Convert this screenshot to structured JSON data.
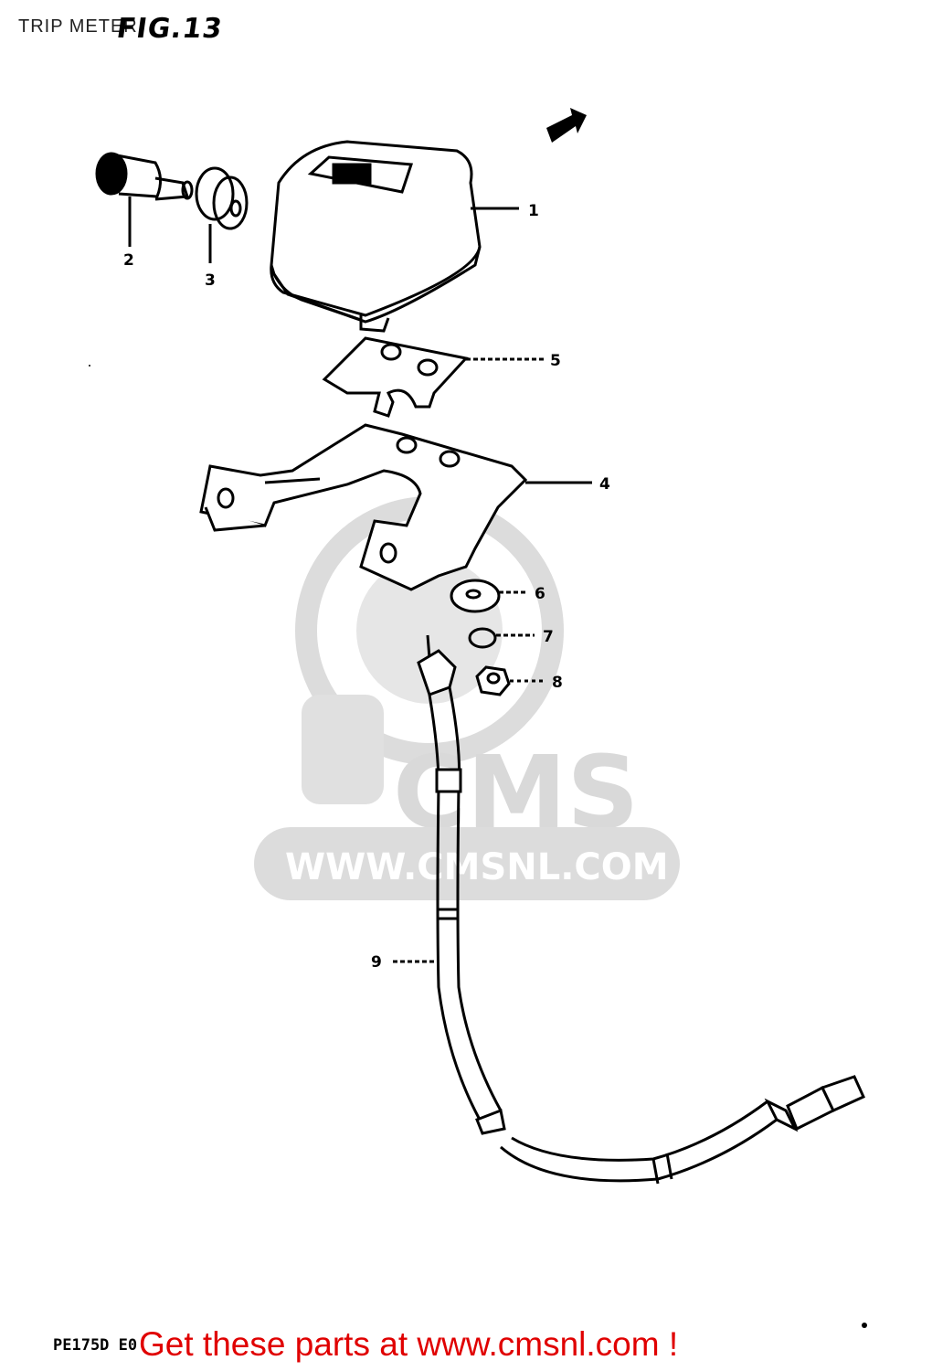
{
  "page": {
    "title": "TRIP METER",
    "figure_label": "FIG.13",
    "model_code": "PE175D E0",
    "footer_text": "Get these parts at www.cmsnl.com !"
  },
  "watermark": {
    "brand": "CMS",
    "url": "WWW.CMSNL.COM"
  },
  "callouts": [
    {
      "id": "1",
      "label": "1"
    },
    {
      "id": "2",
      "label": "2"
    },
    {
      "id": "3",
      "label": "3"
    },
    {
      "id": "4",
      "label": "4"
    },
    {
      "id": "5",
      "label": "5"
    },
    {
      "id": "6",
      "label": "6"
    },
    {
      "id": "7",
      "label": "7"
    },
    {
      "id": "8",
      "label": "8"
    },
    {
      "id": "9",
      "label": "9"
    }
  ],
  "colors": {
    "line": "#000000",
    "watermark": "#d9d9d9",
    "footer": "#e00000"
  }
}
